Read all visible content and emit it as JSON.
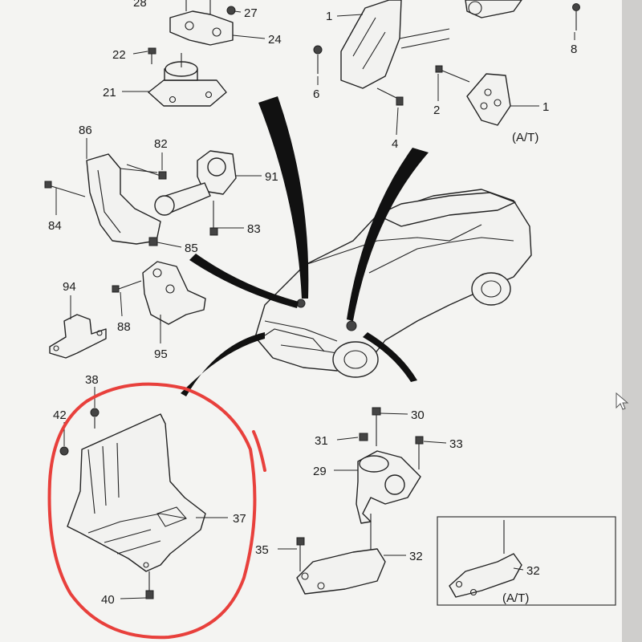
{
  "labels": {
    "l28": "28",
    "l27": "27",
    "l24": "24",
    "l22": "22",
    "l21": "21",
    "l1a": "1",
    "l6": "6",
    "l8": "8",
    "l2": "2",
    "l1b": "1",
    "l4": "4",
    "at_top": "(A/T)",
    "l86": "86",
    "l82": "82",
    "l91": "91",
    "l84": "84",
    "l83": "83",
    "l85": "85",
    "l94": "94",
    "l88": "88",
    "l95": "95",
    "l38": "38",
    "l42": "42",
    "l37": "37",
    "l40": "40",
    "l30": "30",
    "l31": "31",
    "l33": "33",
    "l29": "29",
    "l35": "35",
    "l32a": "32",
    "l32b": "32",
    "at_bottom": "(A/T)"
  },
  "colors": {
    "screen_bg": "#f4f4f2",
    "annotation_circle": "#e8403c",
    "ink": "#1a1a1a",
    "curve": "#111111"
  }
}
